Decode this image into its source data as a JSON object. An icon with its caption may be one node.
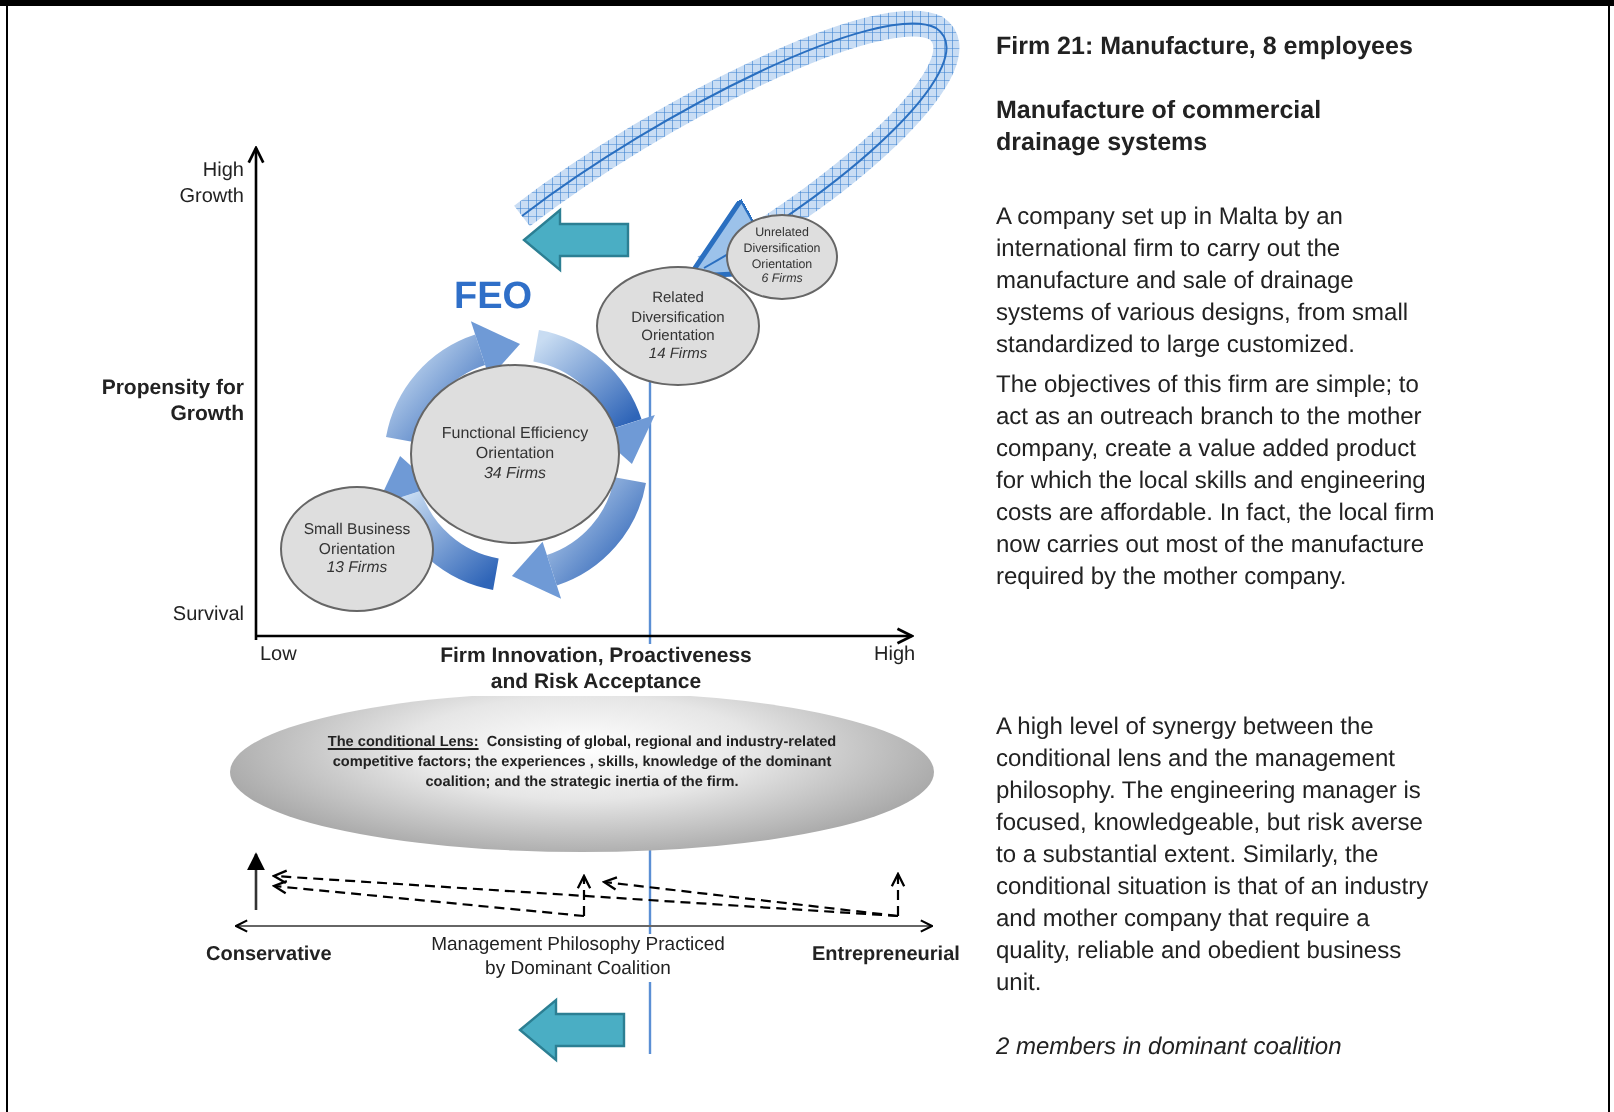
{
  "diagram": {
    "title": "Firm 21: Manufacture, 8 employees",
    "nodes": [
      {
        "text": [
          "Unrelated Diversification Orientation",
          "6 Firms"
        ]
      },
      {
        "text": [
          "Related Diversification Orientation",
          "14 Firms"
        ]
      },
      {
        "text": [
          "Functional Efficiency Orientation",
          "34 Firms"
        ]
      },
      {
        "text": [
          "Small Business Orientation",
          "13 Firms"
        ]
      },
      {
        "text": [
          "The conditional Lens:",
          "Consisting of global, regional and industry-related competitive factors; the experiences , skills, knowledge of the dominant coalition; and the strategic inertia of the firm."
        ]
      }
    ],
    "edges": [
      {
        "from": null,
        "to": 1,
        "arrow": "to"
      }
    ],
    "labels": [
      "High Growth",
      "Propensity for Growth",
      "Survival",
      "Low",
      "Firm Innovation, Proactiveness and Risk Acceptance",
      "High",
      "FEO",
      "Conservative",
      "Management Philosophy Practiced by Dominant Coalition",
      "Entrepreneurial",
      "Manufacture of commercial drainage systems",
      "A company set up in Malta by an international firm to carry out the manufacture and sale of drainage systems of various designs, from small standardized to large customized.",
      "The objectives of this firm are simple; to act as an outreach branch to the mother company, create a value added product for which the local skills and engineering costs are affordable. In fact, the local firm now carries out most of the manufacture required by the mother company.",
      "A high level of synergy between the conditional lens and the management philosophy. The engineering manager is focused, knowledgeable, but risk averse to a substantial extent. Similarly, the conditional situation is that of an industry and mother company that require a quality, reliable and obedient business unit.",
      "2 members in dominant coalition"
    ]
  }
}
